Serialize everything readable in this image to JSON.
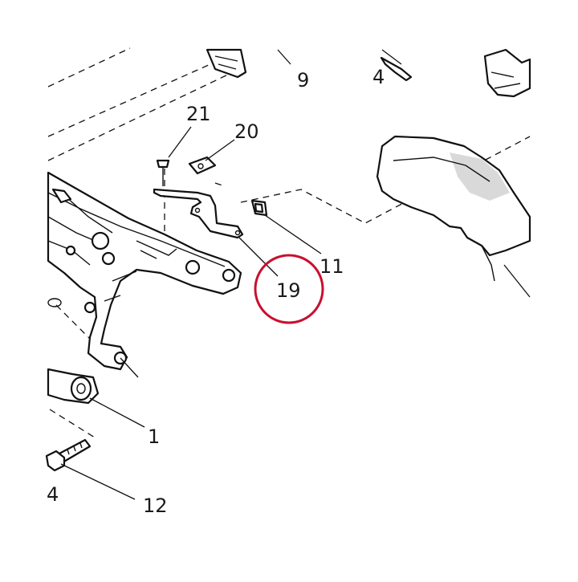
{
  "diagram": {
    "highlight_color": "#c8102e",
    "line_color": "#111111",
    "callouts": [
      {
        "id": "9",
        "label": "9"
      },
      {
        "id": "4a",
        "label": "4"
      },
      {
        "id": "21",
        "label": "21"
      },
      {
        "id": "20",
        "label": "20"
      },
      {
        "id": "11",
        "label": "11"
      },
      {
        "id": "19",
        "label": "19",
        "highlighted": true
      },
      {
        "id": "1",
        "label": "1"
      },
      {
        "id": "4b",
        "label": "4"
      },
      {
        "id": "12",
        "label": "12"
      }
    ]
  }
}
